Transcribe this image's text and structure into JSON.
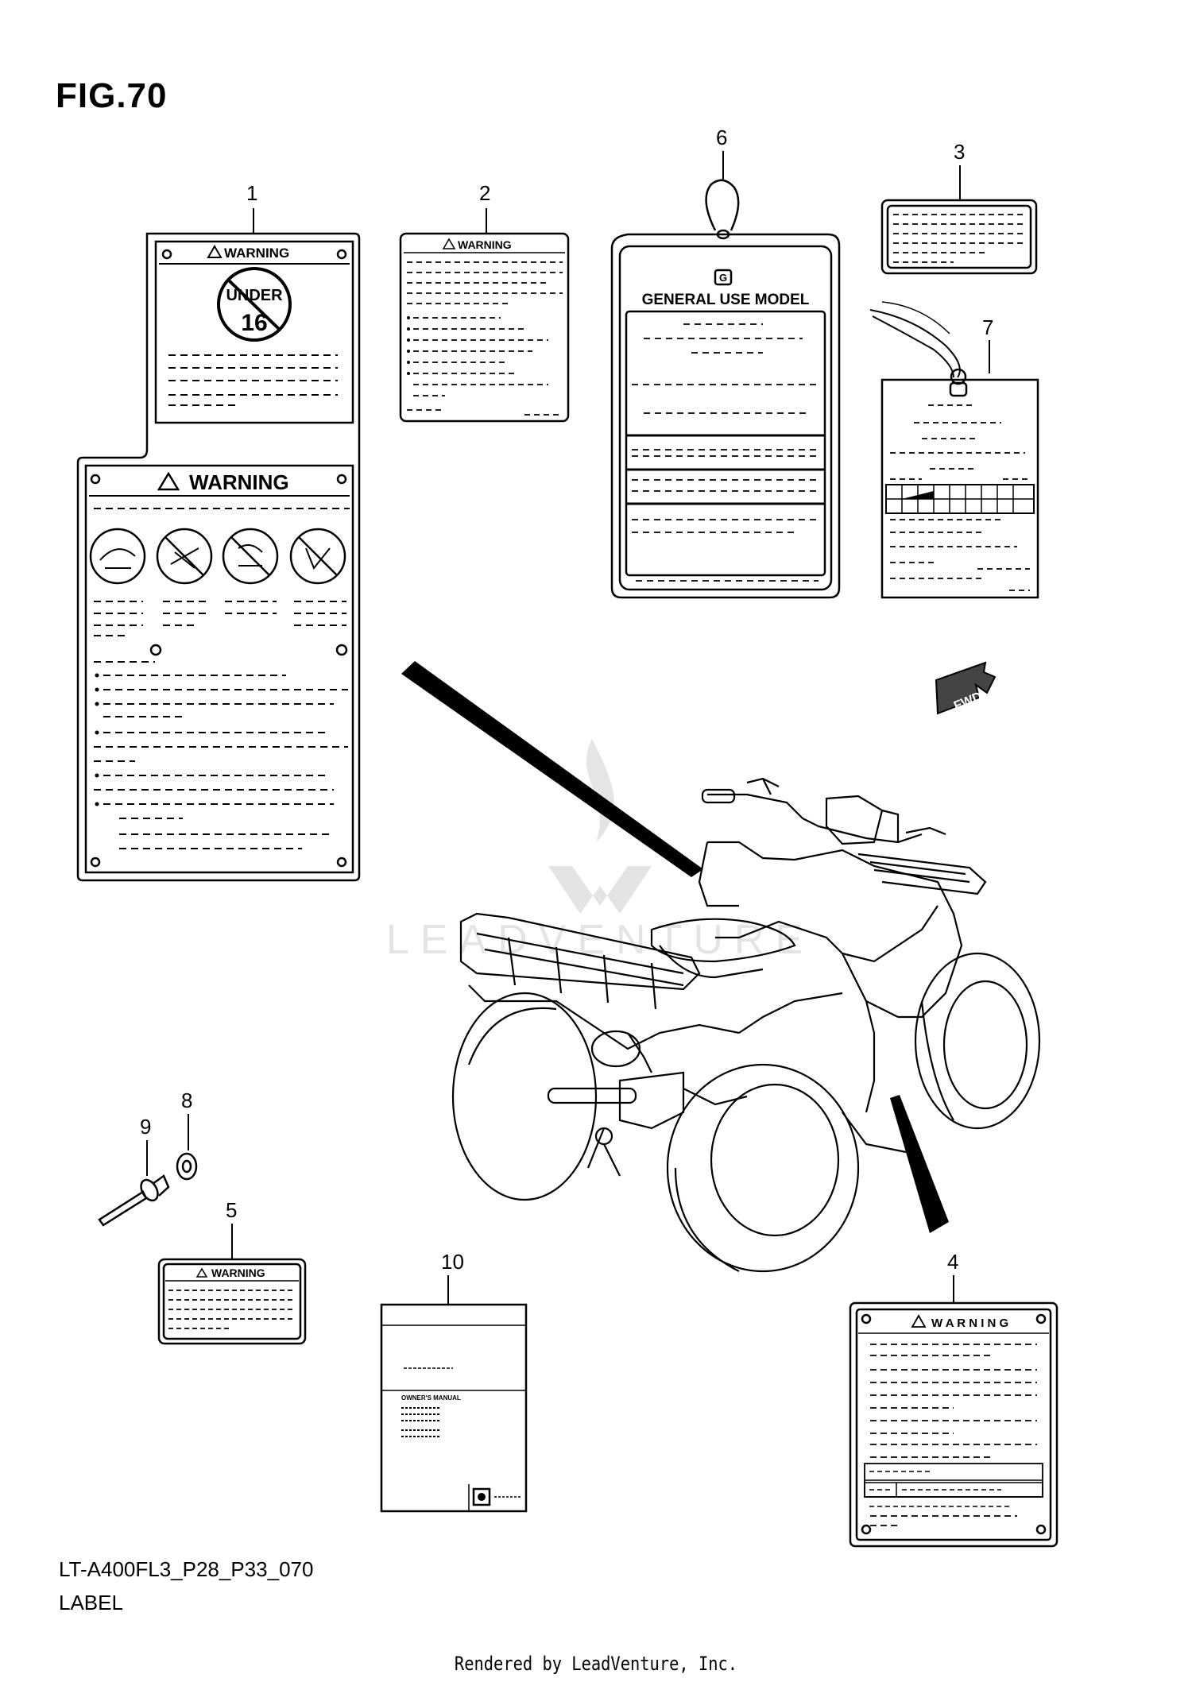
{
  "figure": {
    "title": "FIG.70"
  },
  "callouts": [
    "1",
    "2",
    "3",
    "4",
    "5",
    "6",
    "7",
    "8",
    "9",
    "10"
  ],
  "labels": {
    "warning": "WARNING",
    "warning_spaced": "W A R N I N G",
    "under_word": "UNDER",
    "under_age": "16",
    "general_use": "GENERAL USE MODEL",
    "tag_letter": "G",
    "fwd": "FWD",
    "owners_manual": "OWNER'S MANUAL"
  },
  "footer": {
    "code": "LT-A400FL3_P28_P33_070",
    "name": "LABEL",
    "rendered_by": "Rendered by LeadVenture, Inc."
  },
  "watermark": {
    "text": "LEADVENTURE"
  }
}
